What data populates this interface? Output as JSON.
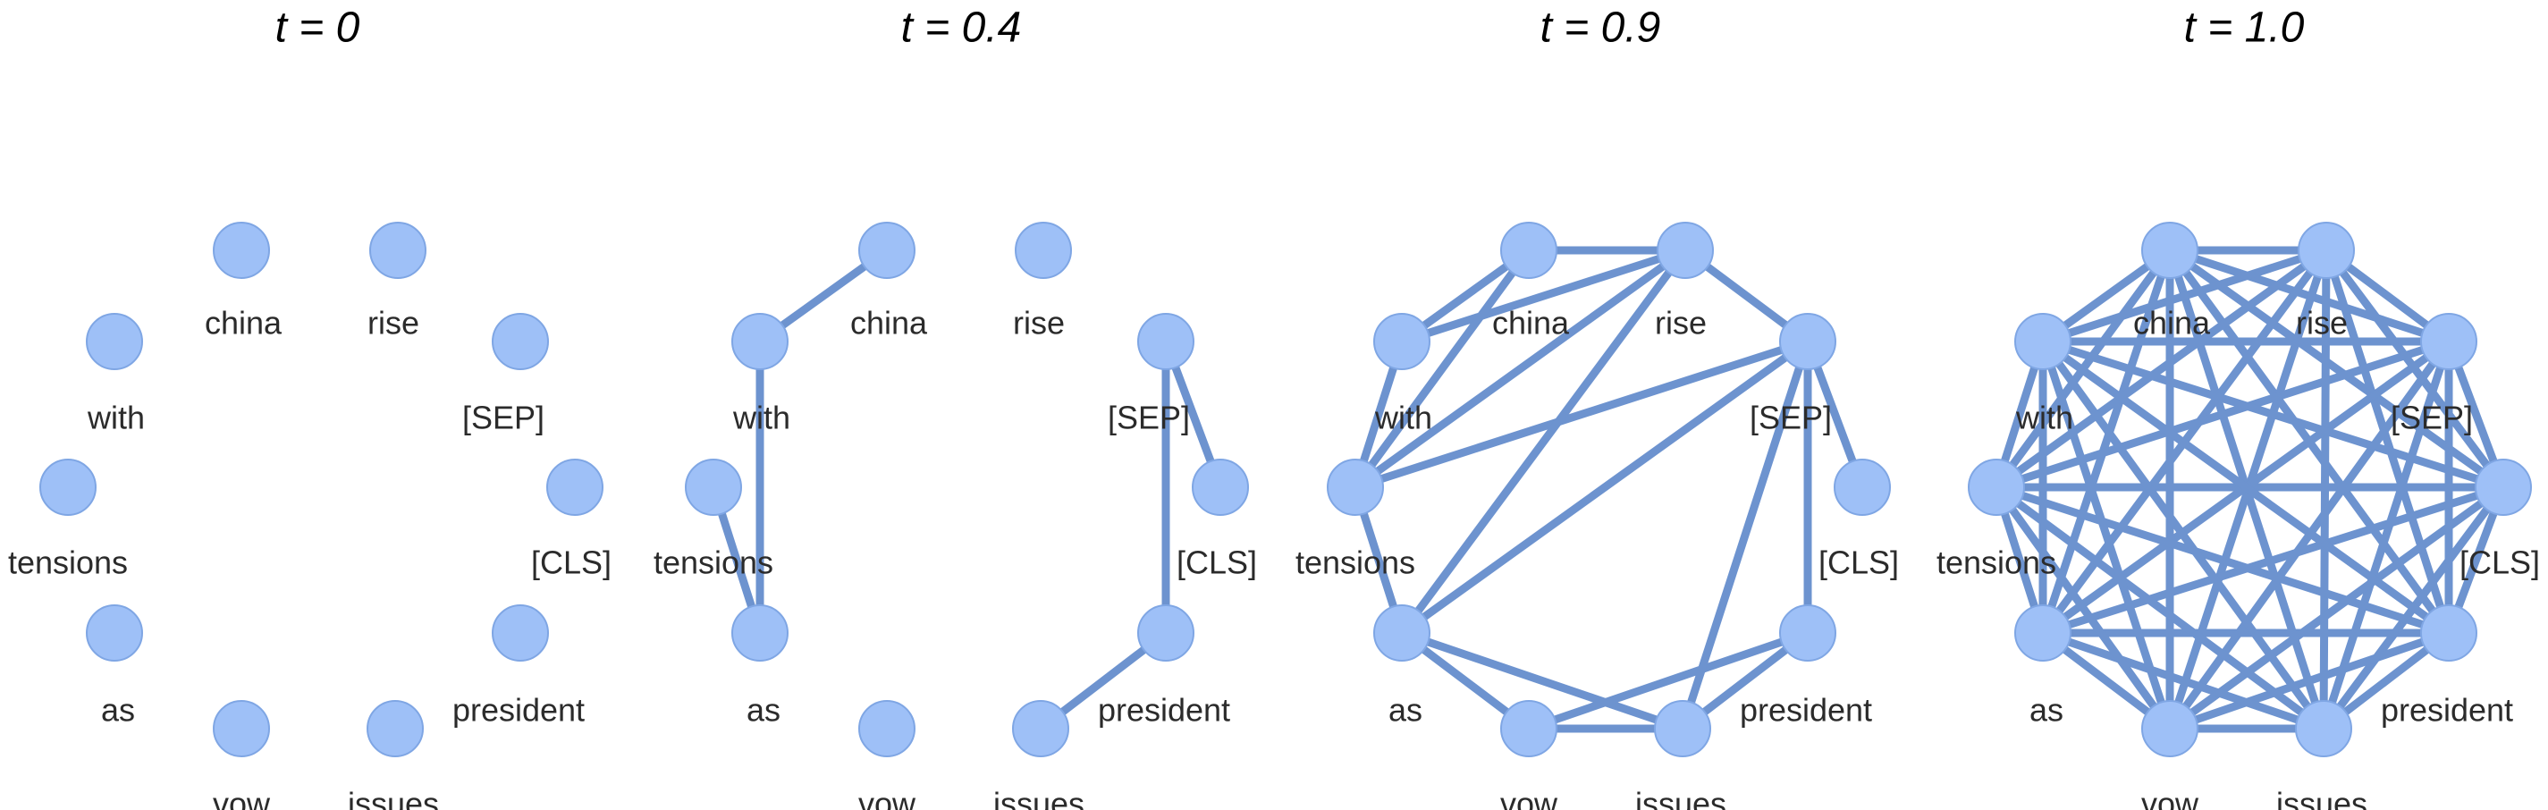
{
  "colors": {
    "node_fill": "#9ec0f7",
    "node_stroke": "#7fa6e4",
    "edge": "#6d93cf",
    "label": "#2b2b2b",
    "title": "#000000"
  },
  "nodes": [
    "china",
    "rise",
    "[SEP]",
    "[CLS]",
    "president",
    "issues",
    "vow",
    "as",
    "tensions",
    "with"
  ],
  "panels": [
    {
      "title": "t = 0",
      "edges": []
    },
    {
      "title": "t = 0.4",
      "edges": [
        [
          "with",
          "china"
        ],
        [
          "with",
          "as"
        ],
        [
          "tensions",
          "as"
        ],
        [
          "[SEP]",
          "[CLS]"
        ],
        [
          "[SEP]",
          "president"
        ],
        [
          "president",
          "issues"
        ]
      ]
    },
    {
      "title": "t = 0.9",
      "edges": [
        [
          "with",
          "china"
        ],
        [
          "with",
          "rise"
        ],
        [
          "with",
          "tensions"
        ],
        [
          "tensions",
          "china"
        ],
        [
          "tensions",
          "rise"
        ],
        [
          "tensions",
          "[SEP]"
        ],
        [
          "tensions",
          "as"
        ],
        [
          "as",
          "rise"
        ],
        [
          "as",
          "[SEP]"
        ],
        [
          "as",
          "vow"
        ],
        [
          "as",
          "issues"
        ],
        [
          "vow",
          "president"
        ],
        [
          "vow",
          "issues"
        ],
        [
          "issues",
          "[SEP]"
        ],
        [
          "issues",
          "president"
        ],
        [
          "[SEP]",
          "president"
        ],
        [
          "[SEP]",
          "[CLS]"
        ],
        [
          "[SEP]",
          "rise"
        ],
        [
          "china",
          "rise"
        ]
      ]
    },
    {
      "title": "t = 1.0",
      "edges": "all"
    }
  ]
}
